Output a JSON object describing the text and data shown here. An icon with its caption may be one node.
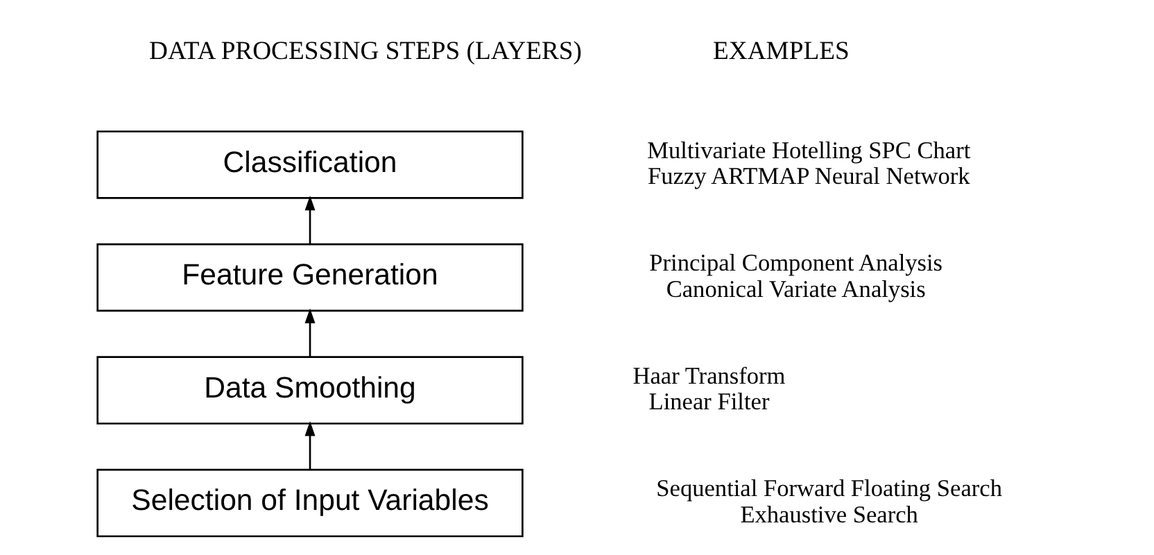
{
  "diagram": {
    "nodes": [
      {
        "text": [
          "Classification"
        ],
        "beside": [
          "Multivariate Hotelling SPC Chart",
          "Fuzzy ARTMAP Neural Network"
        ]
      },
      {
        "text": [
          "Feature Generation"
        ],
        "beside": [
          "Principal Component Analysis",
          "Canonical Variate Analysis"
        ]
      },
      {
        "text": [
          "Data Smoothing"
        ],
        "beside": [
          "Haar Transform",
          "Linear Filter"
        ]
      },
      {
        "text": [
          "Selection of Input Variables"
        ],
        "beside": [
          "Sequential Forward Floating Search",
          "Exhaustive Search"
        ]
      }
    ],
    "edges": [
      {
        "from": 3,
        "to": 2,
        "arrow": "to"
      },
      {
        "from": 2,
        "to": 1,
        "arrow": "to"
      },
      {
        "from": 1,
        "to": 0,
        "arrow": "to"
      }
    ],
    "labels": [
      "DATA PROCESSING STEPS (LAYERS)",
      "EXAMPLES"
    ]
  }
}
